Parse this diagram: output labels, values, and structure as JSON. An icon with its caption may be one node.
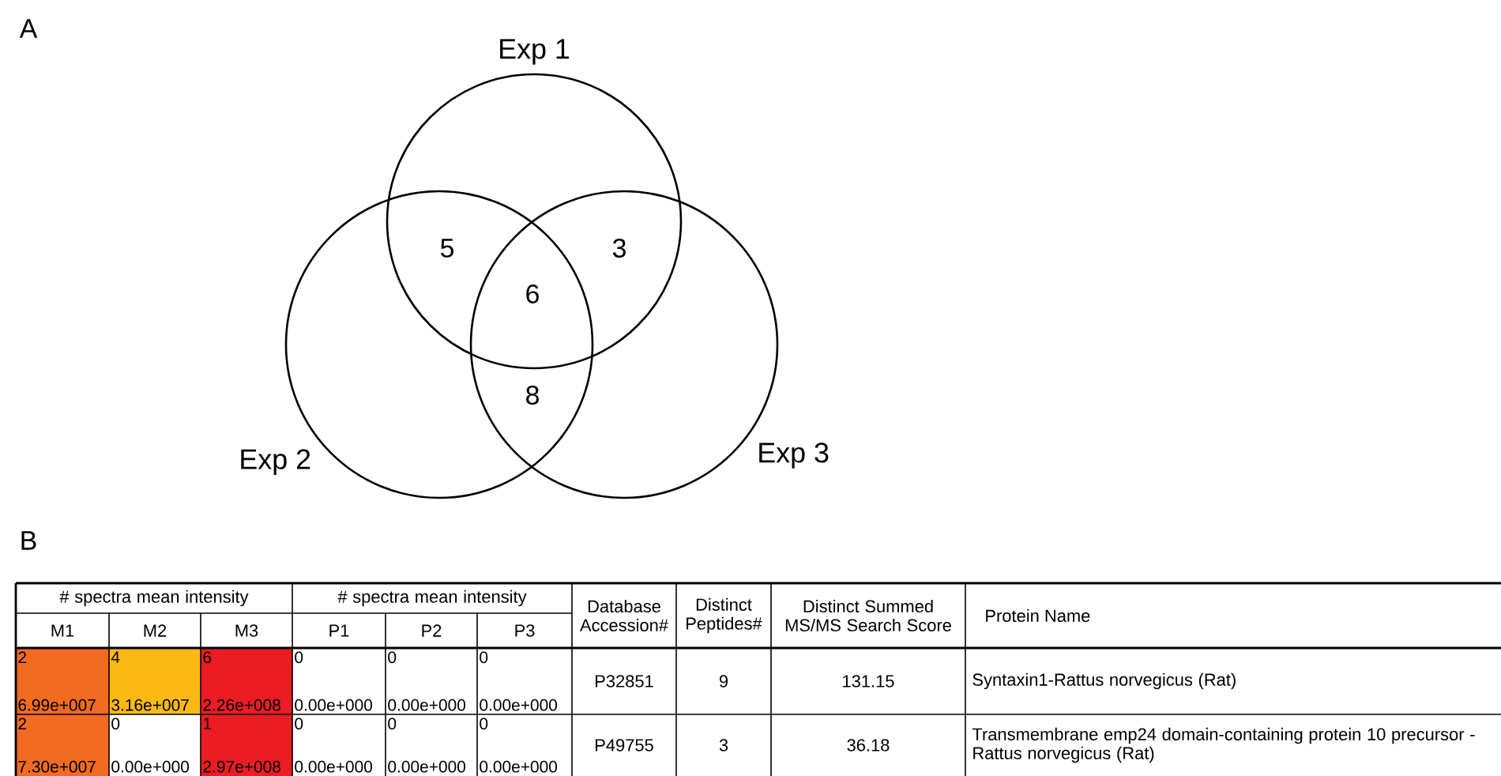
{
  "diagram": {
    "nodes": [
      {
        "text": [
          "Exp 1"
        ]
      },
      {
        "text": [
          "Exp 2"
        ]
      },
      {
        "text": [
          "Exp 3"
        ]
      }
    ],
    "labels": [
      "A",
      "5",
      "3",
      "6",
      "8",
      "B",
      "# spectra mean intensity",
      "# spectra mean intensity",
      "Database Accession#",
      "Distinct Peptides#",
      "Distinct Summed MS/MS Search Score",
      "Protein Name",
      "M1",
      "M2",
      "M3",
      "P1",
      "P2",
      "P3",
      "2",
      "6.99e+007",
      "4",
      "3.16e+007",
      "6",
      "2.26e+008",
      "0",
      "0.00e+000",
      "0",
      "0.00e+000",
      "0",
      "0.00e+000",
      "P32851",
      "9",
      "131.15",
      "Syntaxin1-Rattus norvegicus (Rat)",
      "2",
      "7.30e+007",
      "0",
      "0.00e+000",
      "1",
      "2.97e+008",
      "0",
      "0.00e+000",
      "0",
      "0.00e+000",
      "0",
      "0.00e+000",
      "P49755",
      "3",
      "36.18",
      "Transmembrane emp24 domain-containing protein 10 precursor - Rattus norvegicus (Rat)"
    ]
  }
}
